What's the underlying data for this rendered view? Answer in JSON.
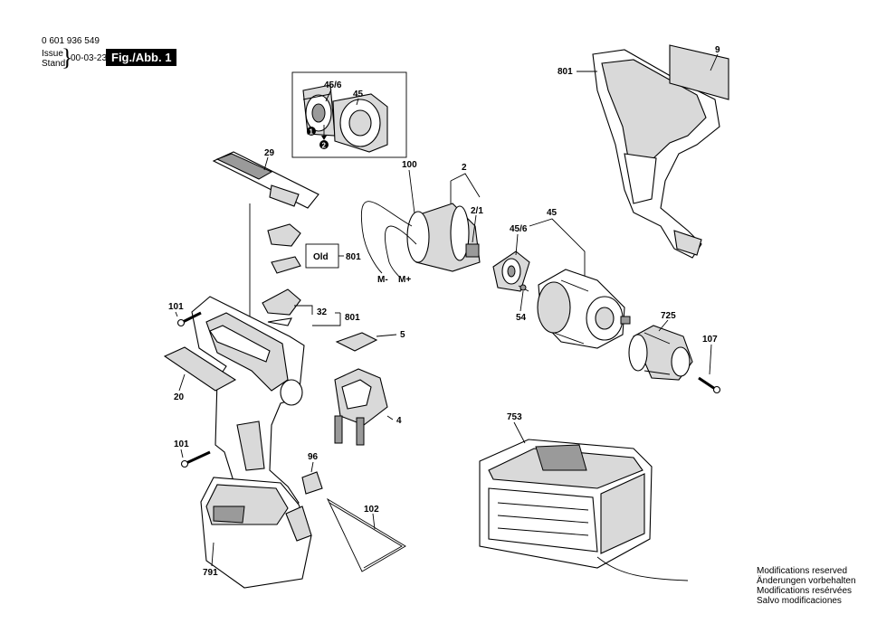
{
  "header": {
    "part_number": "0 601 936 549",
    "issue_label": "Issue",
    "stand_label": "Stand",
    "date": "00-03-23",
    "figure_label": "Fig./Abb. 1"
  },
  "labels": {
    "p9": "9",
    "p801_top": "801",
    "p45_6_inset": "45/6",
    "p45_inset": "45",
    "p29": "29",
    "p100": "100",
    "p2": "2",
    "p2_1": "2/1",
    "p45_6": "45/6",
    "p45": "45",
    "old": "Old",
    "p801_mid": "801",
    "m_minus": "M-",
    "m_plus": "M+",
    "p32": "32",
    "p801_low": "801",
    "p101_top": "101",
    "p54": "54",
    "p725": "725",
    "p5": "5",
    "p107": "107",
    "p20": "20",
    "p4": "4",
    "p753": "753",
    "p101_low": "101",
    "p96": "96",
    "p102": "102",
    "p791": "791",
    "step1": "1",
    "step2": "2"
  },
  "notes": [
    "Modifications reserved",
    "Änderungen vorbehalten",
    "Modifications resérvées",
    "Salvo modificaciones"
  ]
}
